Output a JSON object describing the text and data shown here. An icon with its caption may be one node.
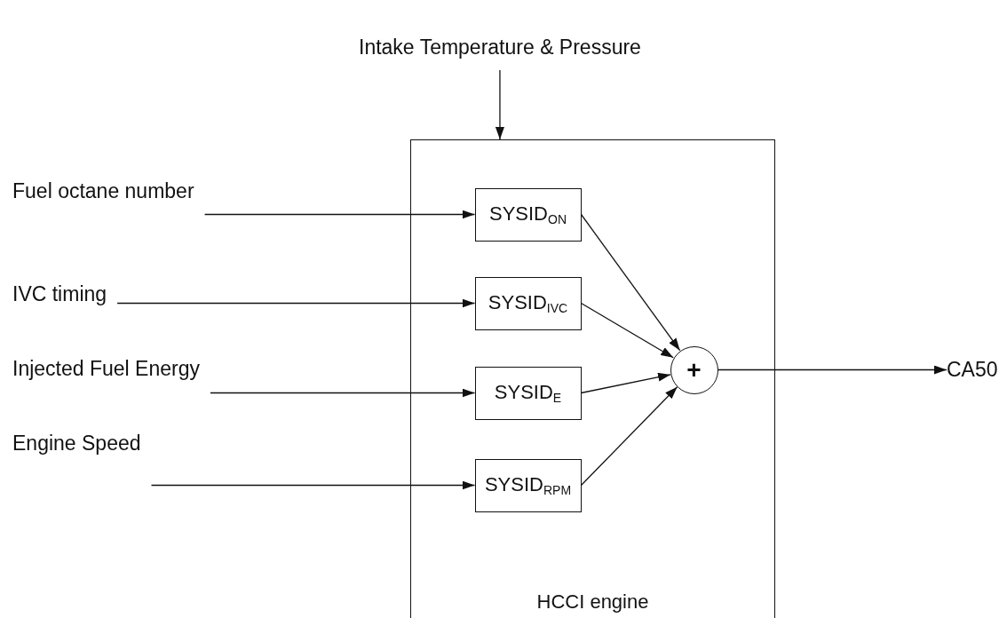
{
  "diagram": {
    "nodes": [
      {
        "text": [
          "HCCI engine"
        ]
      },
      {
        "text": [
          "Intake Temperature & Pressure"
        ]
      },
      {
        "text": [
          "Fuel octane number"
        ]
      },
      {
        "text": [
          "SYSID$_{ON}$"
        ],
        "in": 0
      },
      {
        "text": [
          "IVC timing"
        ]
      },
      {
        "text": [
          "SYSID$_{IVC}$"
        ],
        "in": 0
      },
      {
        "text": [
          "Injected Fuel Energy"
        ]
      },
      {
        "text": [
          "SYSID$_{E}$"
        ],
        "in": 0
      },
      {
        "text": [
          "Engine Speed"
        ]
      },
      {
        "text": [
          "SYSID$_{RPM}$"
        ],
        "in": 0
      },
      {
        "text": [
          "+"
        ],
        "in": 0
      },
      {
        "text": [
          "CA50"
        ]
      }
    ],
    "edges": [
      {
        "from": 1,
        "to": 0,
        "arrow": "to"
      },
      {
        "from": 2,
        "to": 3,
        "arrow": "to"
      },
      {
        "from": 4,
        "to": 5,
        "arrow": "to"
      },
      {
        "from": 6,
        "to": 7,
        "arrow": "to"
      },
      {
        "from": 8,
        "to": 9,
        "arrow": "to"
      },
      {
        "from": 3,
        "to": 10,
        "arrow": "to"
      },
      {
        "from": 5,
        "to": 10,
        "arrow": "to"
      },
      {
        "from": 7,
        "to": 10,
        "arrow": "to"
      },
      {
        "from": 9,
        "to": 10,
        "arrow": "to"
      },
      {
        "from": 10,
        "to": 11,
        "arrow": "to"
      }
    ]
  }
}
